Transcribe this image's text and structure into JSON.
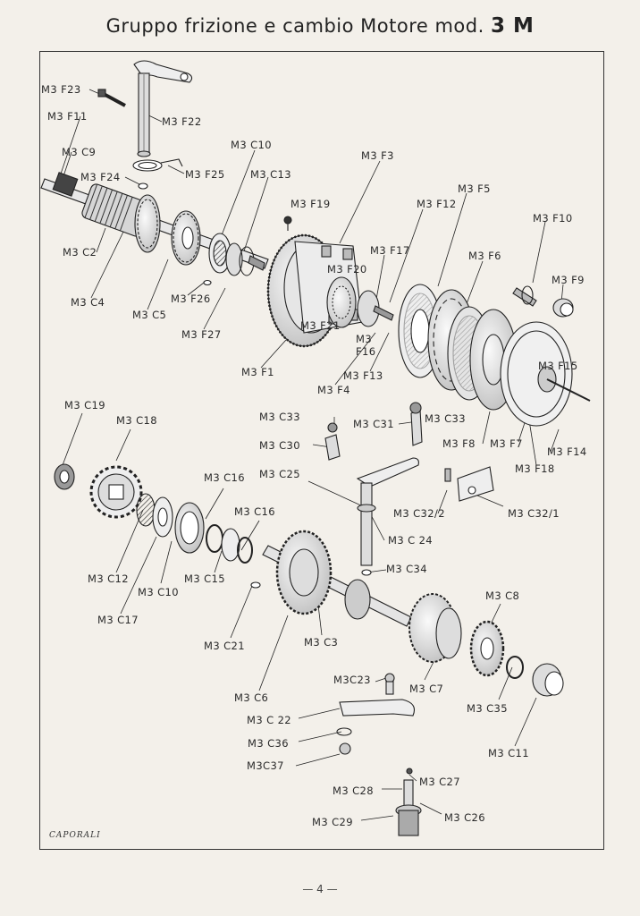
{
  "page": {
    "title_main": "Gruppo frizione e cambio Motore mod.",
    "title_model": "3 M",
    "signature": "CAPORALI",
    "page_number": "— 4 —"
  },
  "labels": {
    "f23": "M3 F23",
    "f22": "M3 F22",
    "f11": "M3 F11",
    "c9": "M3 C9",
    "f24": "M3 F24",
    "f25": "M3 F25",
    "c10a": "M3 C10",
    "c13": "M3 C13",
    "f3": "M3 F3",
    "f5": "M3 F5",
    "f12": "M3 F12",
    "f19": "M3 F19",
    "f10": "M3 F10",
    "c2": "M3 C2",
    "f17": "M3 F17",
    "f20": "M3 F20",
    "f6": "M3 F6",
    "f9": "M3 F9",
    "c4": "M3 C4",
    "f26": "M3 F26",
    "c5": "M3 C5",
    "f21": "M3 F21",
    "f27": "M3 F27",
    "f16": "M3 F16",
    "f1": "M3 F1",
    "f13": "M3 F13",
    "f15": "M3 F15",
    "f4": "M3 F4",
    "c19": "M3 C19",
    "c33a": "M3 C33",
    "c31": "M3 C31",
    "c33b": "M3 C33",
    "c18": "M3 C18",
    "c30": "M3 C30",
    "f8": "M3 F8",
    "f7": "M3 F7",
    "f14": "M3 F14",
    "f18": "M3 F18",
    "c25": "M3 C25",
    "c16a": "M3 C16",
    "c32_2": "M3 C32/2",
    "c32_1": "M3 C32/1",
    "c16b": "M3 C16",
    "c24": "M3 C 24",
    "c34": "M3 C34",
    "c12": "M3 C12",
    "c10b": "M3 C10",
    "c15": "M3 C15",
    "c17": "M3 C17",
    "c8": "M3 C8",
    "c21": "M3 C21",
    "c3": "M3 C3",
    "c23": "M3C23",
    "c7": "M3 C7",
    "c35": "M3 C35",
    "c6": "M3 C6",
    "c22": "M3 C 22",
    "c36": "M3 C36",
    "c11": "M3 C11",
    "c37": "M3C37",
    "c27": "M3 C27",
    "c28": "M3 C28",
    "c26": "M3 C26",
    "c29": "M3 C29"
  }
}
